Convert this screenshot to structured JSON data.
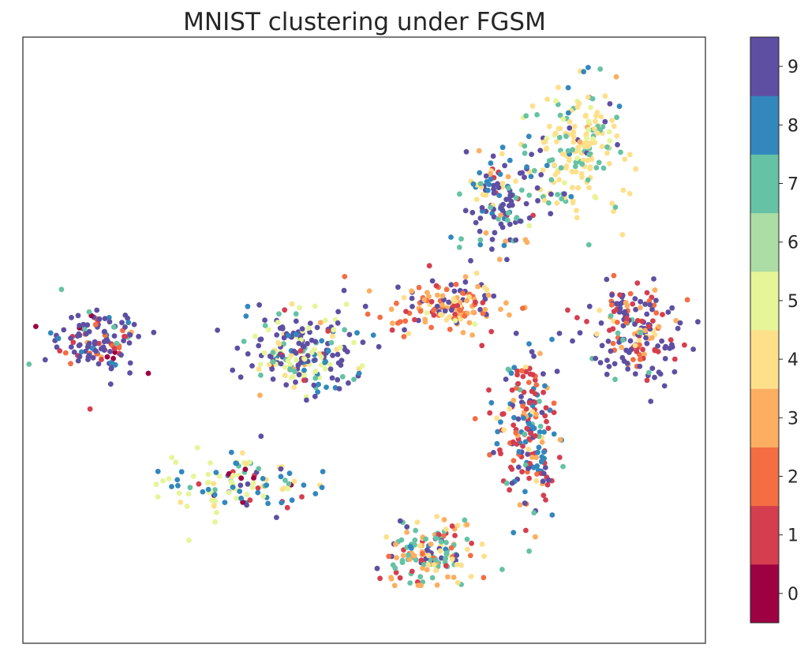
{
  "chart_data": {
    "type": "scatter",
    "title": "MNIST clustering under FGSM",
    "xlabel": "",
    "ylabel": "",
    "xlim": [
      0,
      100
    ],
    "ylim": [
      0,
      88
    ],
    "grid": false,
    "show_x_ticks": false,
    "show_y_ticks": false,
    "colorbar": {
      "label": "",
      "ticks": [
        "0",
        "1",
        "2",
        "3",
        "4",
        "5",
        "6",
        "7",
        "8",
        "9"
      ],
      "colors": [
        "#9e0142",
        "#d53e4f",
        "#f46d43",
        "#fdae61",
        "#fee08b",
        "#e6f598",
        "#abdda4",
        "#66c2a5",
        "#3288bd",
        "#5e4fa2"
      ]
    },
    "clusters": [
      {
        "description": "left block",
        "cx": 11,
        "cy": 44,
        "rx": 6,
        "ry": 4.5,
        "approx_points": 130,
        "weights": {
          "9": 0.55,
          "8": 0.12,
          "1": 0.1,
          "0": 0.08,
          "2": 0.08,
          "7": 0.04,
          "3": 0.03
        }
      },
      {
        "description": "lower-left band",
        "cx": 32,
        "cy": 23,
        "rx": 9,
        "ry": 3.5,
        "approx_points": 120,
        "weights": {
          "5": 0.35,
          "8": 0.25,
          "4": 0.12,
          "1": 0.1,
          "7": 0.08,
          "9": 0.05,
          "0": 0.05
        }
      },
      {
        "description": "center-left",
        "cx": 41,
        "cy": 42,
        "rx": 8,
        "ry": 6,
        "approx_points": 220,
        "weights": {
          "9": 0.45,
          "5": 0.15,
          "8": 0.1,
          "7": 0.1,
          "4": 0.08,
          "3": 0.06,
          "1": 0.06
        }
      },
      {
        "description": "center-top",
        "cx": 62,
        "cy": 49,
        "rx": 7,
        "ry": 3.5,
        "approx_points": 150,
        "weights": {
          "3": 0.3,
          "2": 0.25,
          "9": 0.2,
          "4": 0.1,
          "1": 0.1,
          "5": 0.05
        }
      },
      {
        "description": "center-bottom",
        "cx": 60,
        "cy": 13,
        "rx": 6,
        "ry": 4,
        "approx_points": 160,
        "weights": {
          "7": 0.3,
          "3": 0.2,
          "4": 0.15,
          "1": 0.12,
          "9": 0.1,
          "2": 0.08,
          "8": 0.05
        }
      },
      {
        "description": "right vertical arc",
        "cx": 74,
        "cy": 31,
        "rx": 4.5,
        "ry": 12,
        "approx_points": 200,
        "weights": {
          "1": 0.3,
          "8": 0.25,
          "9": 0.15,
          "2": 0.12,
          "3": 0.08,
          "7": 0.06,
          "4": 0.04
        }
      },
      {
        "description": "top-right arc",
        "cx": 81,
        "cy": 72,
        "rx": 6,
        "ry": 8,
        "approx_points": 210,
        "weights": {
          "4": 0.55,
          "7": 0.2,
          "5": 0.1,
          "9": 0.08,
          "3": 0.04,
          "8": 0.03
        }
      },
      {
        "description": "upper-middle cluster",
        "cx": 70,
        "cy": 64,
        "rx": 5,
        "ry": 7,
        "approx_points": 130,
        "weights": {
          "9": 0.45,
          "8": 0.2,
          "7": 0.1,
          "4": 0.1,
          "1": 0.08,
          "3": 0.07
        }
      },
      {
        "description": "right band",
        "cx": 90,
        "cy": 45,
        "rx": 7,
        "ry": 6,
        "approx_points": 180,
        "weights": {
          "9": 0.5,
          "1": 0.15,
          "2": 0.12,
          "3": 0.1,
          "7": 0.08,
          "4": 0.05
        }
      }
    ]
  }
}
